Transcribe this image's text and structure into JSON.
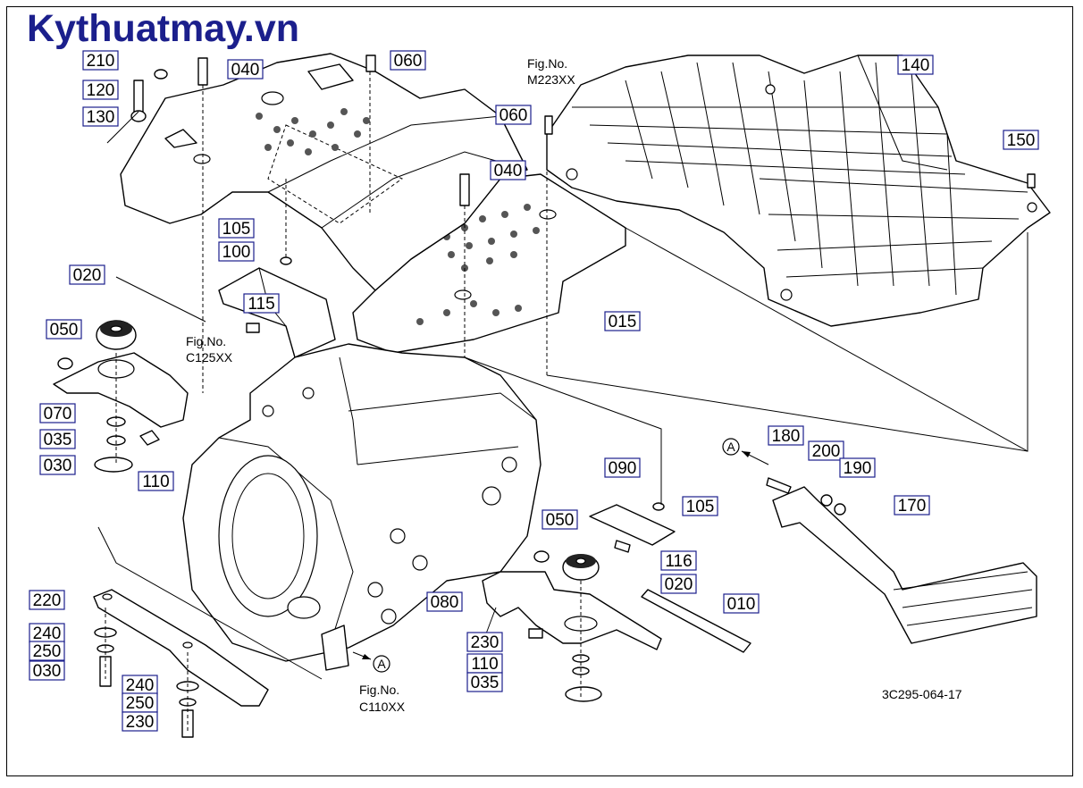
{
  "watermark": "Kythuatmay.vn",
  "drawing_number": "3C295-064-17",
  "arrows": [
    "A",
    "A"
  ],
  "fig_refs": [
    {
      "title": "Fig.No.",
      "code": "M223XX"
    },
    {
      "title": "Fig.No.",
      "code": "C125XX"
    },
    {
      "title": "Fig.No.",
      "code": "C110XX"
    }
  ],
  "callouts": [
    {
      "id": "callout-210",
      "text": "210"
    },
    {
      "id": "callout-040-top",
      "text": "040"
    },
    {
      "id": "callout-060-top",
      "text": "060"
    },
    {
      "id": "callout-120",
      "text": "120"
    },
    {
      "id": "callout-130",
      "text": "130"
    },
    {
      "id": "callout-060-mid",
      "text": "060"
    },
    {
      "id": "callout-140",
      "text": "140"
    },
    {
      "id": "callout-150",
      "text": "150"
    },
    {
      "id": "callout-040-mid",
      "text": "040"
    },
    {
      "id": "callout-105-top",
      "text": "105"
    },
    {
      "id": "callout-100",
      "text": "100"
    },
    {
      "id": "callout-020-left",
      "text": "020"
    },
    {
      "id": "callout-115",
      "text": "115"
    },
    {
      "id": "callout-050-left",
      "text": "050"
    },
    {
      "id": "callout-015",
      "text": "015"
    },
    {
      "id": "callout-070",
      "text": "070"
    },
    {
      "id": "callout-035-left",
      "text": "035"
    },
    {
      "id": "callout-110-left",
      "text": "110"
    },
    {
      "id": "callout-030-left",
      "text": "030"
    },
    {
      "id": "callout-180",
      "text": "180"
    },
    {
      "id": "callout-200",
      "text": "200"
    },
    {
      "id": "callout-190",
      "text": "190"
    },
    {
      "id": "callout-090",
      "text": "090"
    },
    {
      "id": "callout-105-right",
      "text": "105"
    },
    {
      "id": "callout-170",
      "text": "170"
    },
    {
      "id": "callout-050-right",
      "text": "050"
    },
    {
      "id": "callout-116",
      "text": "116"
    },
    {
      "id": "callout-020-right",
      "text": "020"
    },
    {
      "id": "callout-080",
      "text": "080"
    },
    {
      "id": "callout-010",
      "text": "010"
    },
    {
      "id": "callout-220",
      "text": "220"
    },
    {
      "id": "callout-240-left",
      "text": "240"
    },
    {
      "id": "callout-250-left",
      "text": "250"
    },
    {
      "id": "callout-230-left",
      "text": "230"
    },
    {
      "id": "callout-110-right",
      "text": "110"
    },
    {
      "id": "callout-035-right",
      "text": "035"
    },
    {
      "id": "callout-030-right",
      "text": "030"
    },
    {
      "id": "callout-240-right",
      "text": "240"
    },
    {
      "id": "callout-250-right",
      "text": "250"
    },
    {
      "id": "callout-230-right",
      "text": "230"
    }
  ]
}
